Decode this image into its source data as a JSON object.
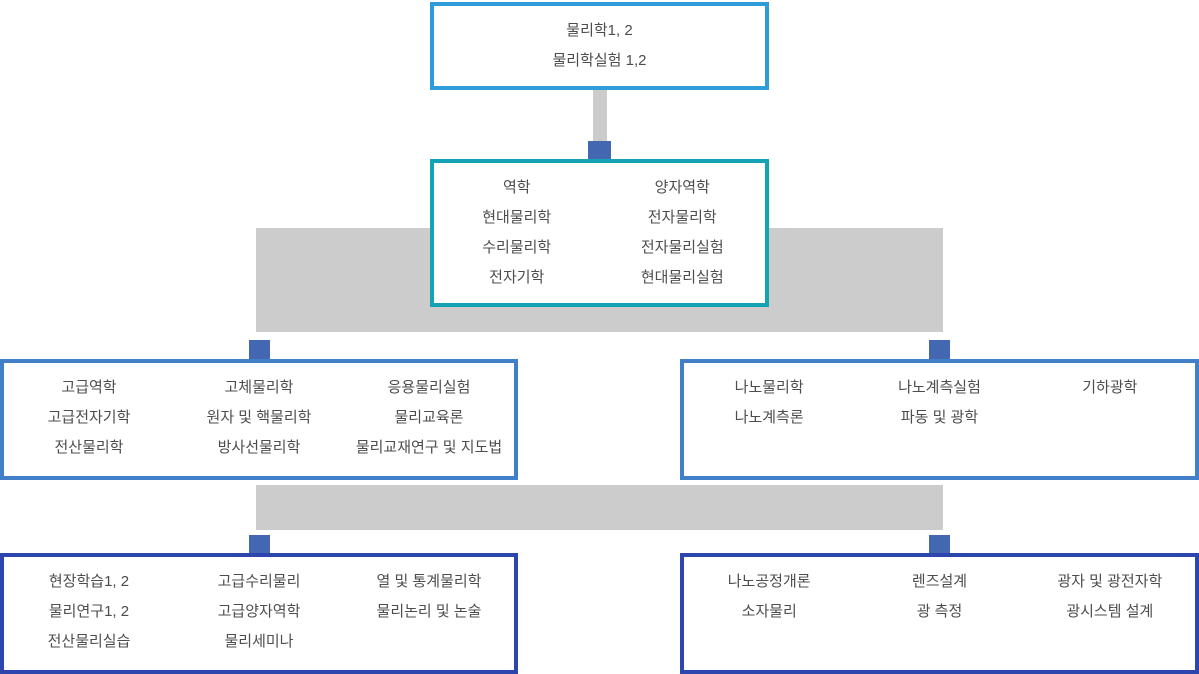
{
  "title": "physics-curriculum-flowchart",
  "colors": {
    "level1_border": "#2d9cd9",
    "level2_border": "#13a3b4",
    "level3_border": "#4180c8",
    "level4_border": "#2c46ae",
    "connector_square": "#4467b2",
    "connector_gray": "#cccccc",
    "text": "#4d4d4d",
    "background": "#ffffff"
  },
  "levels": {
    "level1": {
      "columns": [
        [
          "물리학1, 2",
          "물리학실험 1,2"
        ]
      ]
    },
    "level2": {
      "columns": [
        [
          "역학",
          "현대물리학",
          "수리물리학",
          "전자기학"
        ],
        [
          "양자역학",
          "전자물리학",
          "전자물리실험",
          "현대물리실험"
        ]
      ]
    },
    "level3_left": {
      "columns": [
        [
          "고급역학",
          "고급전자기학",
          "전산물리학"
        ],
        [
          "고체물리학",
          "원자 및 핵물리학",
          "방사선물리학"
        ],
        [
          "응용물리실험",
          "물리교육론",
          "물리교재연구 및 지도법"
        ]
      ]
    },
    "level3_right": {
      "columns": [
        [
          "나노물리학",
          "나노계측론"
        ],
        [
          "나노계측실험",
          "파동 및 광학"
        ],
        [
          "기하광학"
        ]
      ]
    },
    "level4_left": {
      "columns": [
        [
          "현장학습1, 2",
          "물리연구1, 2",
          "전산물리실습"
        ],
        [
          "고급수리물리",
          "고급양자역학",
          "물리세미나"
        ],
        [
          "열 및 통계물리학",
          "물리논리 및 논술"
        ]
      ]
    },
    "level4_right": {
      "columns": [
        [
          "나노공정개론",
          "소자물리"
        ],
        [
          "렌즈설계",
          "광 측정"
        ],
        [
          "광자 및 광전자학",
          "광시스템 설계"
        ]
      ]
    }
  }
}
